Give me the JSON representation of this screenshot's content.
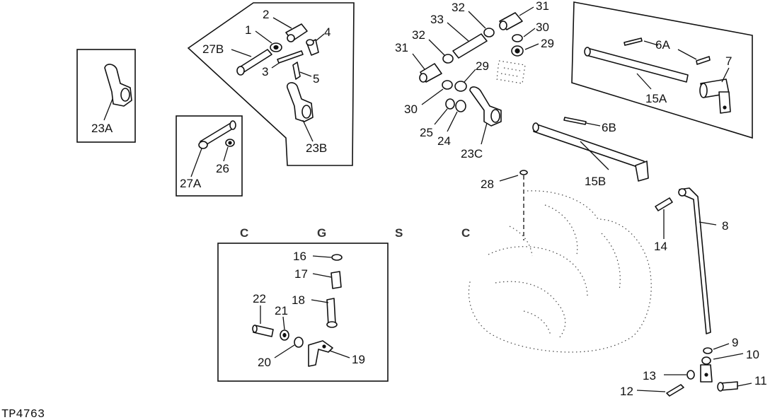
{
  "figure_ref": "TP4763",
  "watermark": {
    "letters": [
      "C",
      "G",
      "S",
      "C"
    ],
    "colors": [
      "#6ea8f7",
      "#f08a86",
      "#f7d66a",
      "#7cc59c"
    ]
  },
  "labels": {
    "l1": "1",
    "l2": "2",
    "l3": "3",
    "l4": "4",
    "l5": "5",
    "l27B": "27B",
    "l23B": "23B",
    "l23A": "23A",
    "l27A": "27A",
    "l26": "26",
    "l32a": "32",
    "l33": "33",
    "l31a": "31",
    "l32b": "32",
    "l31b": "31",
    "l30a": "30",
    "l29a": "29",
    "l29b": "29",
    "l30b": "30",
    "l25": "25",
    "l24": "24",
    "l23C": "23C",
    "l6A": "6A",
    "l7": "7",
    "l15A": "15A",
    "l6B": "6B",
    "l15B": "15B",
    "l28": "28",
    "l8": "8",
    "l14": "14",
    "l16": "16",
    "l17": "17",
    "l18": "18",
    "l22": "22",
    "l21": "21",
    "l20": "20",
    "l19": "19",
    "l9": "9",
    "l10": "10",
    "l11": "11",
    "l12": "12",
    "l13": "13"
  }
}
